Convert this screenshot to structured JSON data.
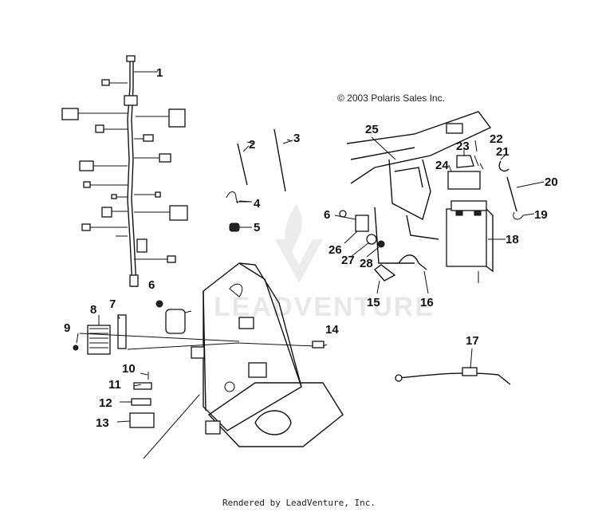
{
  "copyright": "© 2003 Polaris Sales Inc.",
  "footer": "Rendered by LeadVenture, Inc.",
  "watermark": "LEADVENTURE",
  "callouts": [
    {
      "label": "1"
    },
    {
      "label": "2"
    },
    {
      "label": "3"
    },
    {
      "label": "4"
    },
    {
      "label": "5"
    },
    {
      "label": "6"
    },
    {
      "label": "6"
    },
    {
      "label": "7"
    },
    {
      "label": "8"
    },
    {
      "label": "9"
    },
    {
      "label": "10"
    },
    {
      "label": "11"
    },
    {
      "label": "12"
    },
    {
      "label": "13"
    },
    {
      "label": "14"
    },
    {
      "label": "15"
    },
    {
      "label": "16"
    },
    {
      "label": "17"
    },
    {
      "label": "18"
    },
    {
      "label": "19"
    },
    {
      "label": "20"
    },
    {
      "label": "21"
    },
    {
      "label": "22"
    },
    {
      "label": "23"
    },
    {
      "label": "24"
    },
    {
      "label": "25"
    },
    {
      "label": "26"
    },
    {
      "label": "27"
    },
    {
      "label": "28"
    }
  ]
}
